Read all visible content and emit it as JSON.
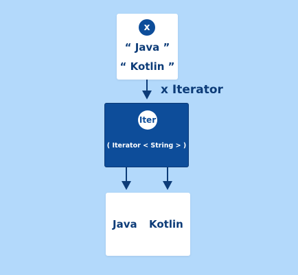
{
  "source": {
    "badge": "x",
    "items": [
      "“ Java ”",
      "“ Kotlin ”"
    ]
  },
  "edge": {
    "label": "x Iterator"
  },
  "iterator": {
    "badge": "Iter",
    "type": "( Iterator < String > )"
  },
  "result": {
    "items": [
      "Java",
      "Kotlin"
    ]
  },
  "colors": {
    "background": "#b3d9fb",
    "primary": "#0d4d9a",
    "text": "#0d3c78",
    "box": "#ffffff"
  }
}
